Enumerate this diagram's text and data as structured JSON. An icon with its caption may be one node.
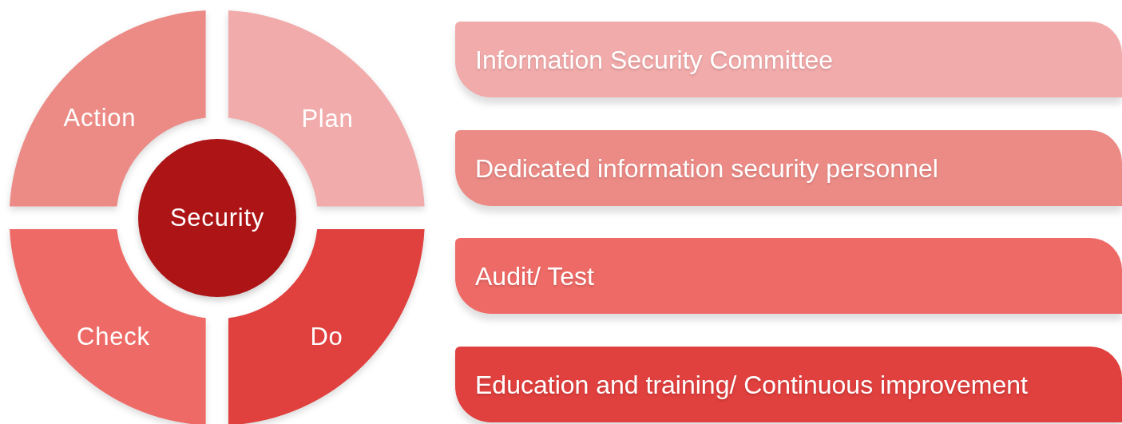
{
  "diagram": {
    "nodes": [
      {
        "text": [
          "Action"
        ]
      },
      {
        "text": [
          "Plan"
        ]
      },
      {
        "text": [
          "Security"
        ]
      },
      {
        "text": [
          "Check"
        ]
      },
      {
        "text": [
          "Do"
        ]
      },
      {
        "text": [
          "Information Security Committee"
        ]
      },
      {
        "text": [
          "Dedicated information security personnel"
        ]
      },
      {
        "text": [
          "Audit/ Test"
        ]
      },
      {
        "text": [
          "Education and training/ Continuous improvement"
        ]
      }
    ]
  }
}
